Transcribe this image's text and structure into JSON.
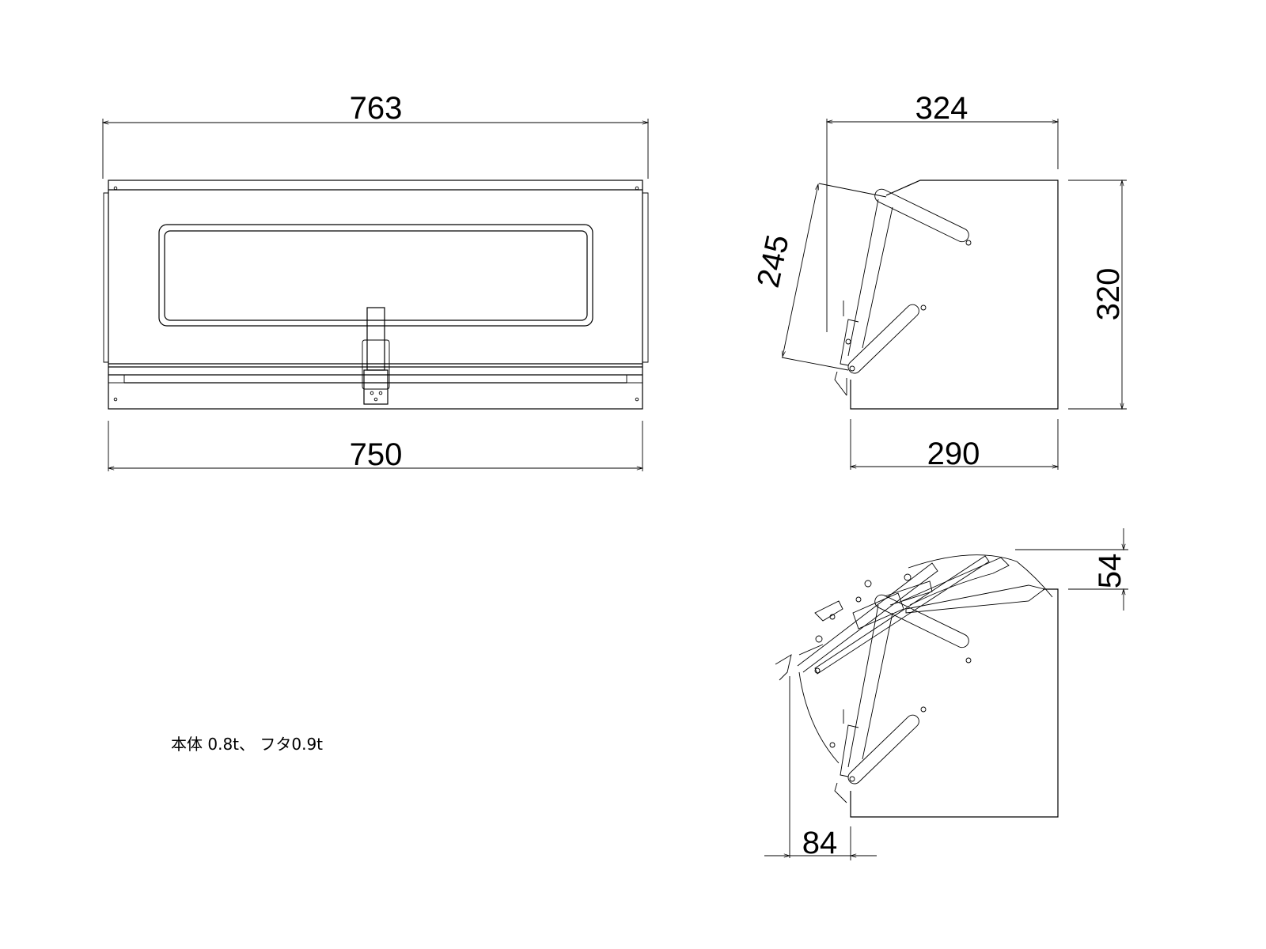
{
  "drawing": {
    "front_view": {
      "width_top": "763",
      "width_bottom": "750"
    },
    "side_view": {
      "depth_top": "324",
      "height": "320",
      "lid_diagonal": "245",
      "depth_bottom": "290"
    },
    "open_view": {
      "lid_rise": "54",
      "lid_overhang": "84"
    },
    "note": "本体 0.8t、 フタ0.9t"
  },
  "colors": {
    "line": "#000000",
    "background": "#ffffff"
  }
}
